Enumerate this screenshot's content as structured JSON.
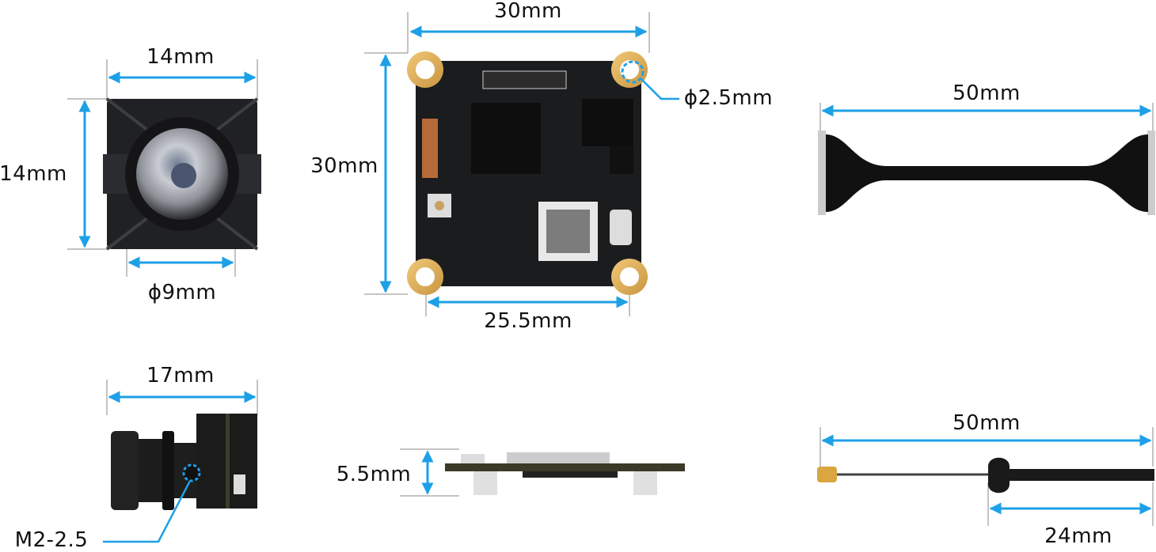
{
  "accent_color": "#1ea0e6",
  "camera_front": {
    "width_label": "14mm",
    "height_label": "14mm",
    "lens_label": "ϕ9mm"
  },
  "board_top": {
    "width_label": "30mm",
    "height_label": "30mm",
    "hole_label": "ϕ2.5mm",
    "hole_spacing_label": "25.5mm"
  },
  "ribbon_cable": {
    "length_label": "50mm"
  },
  "camera_side": {
    "length_label": "17mm",
    "screw_label": "M2-2.5"
  },
  "board_side": {
    "thickness_label": "5.5mm"
  },
  "antenna": {
    "length_label": "50mm",
    "tail_label": "24mm"
  }
}
